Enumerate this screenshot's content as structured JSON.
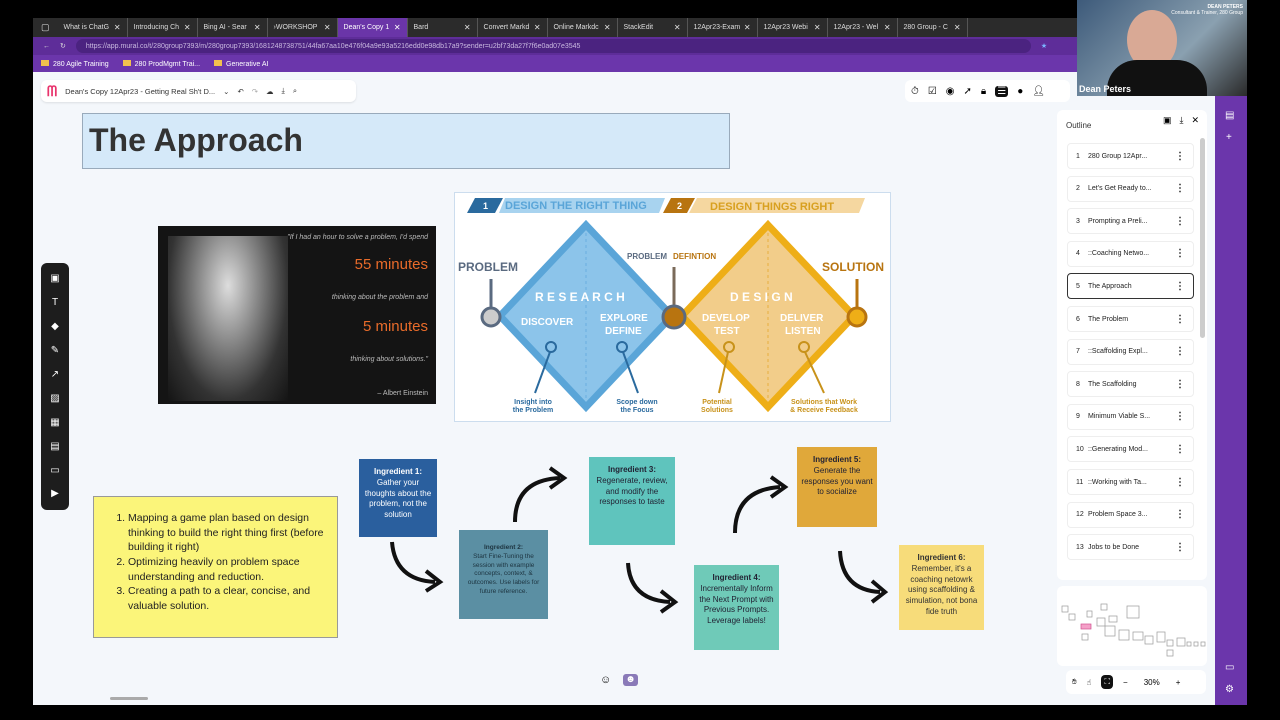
{
  "browser": {
    "tabs": [
      "What is ChatG",
      "Introducing Ch",
      "Bing AI - Sear",
      "›WORKSHOP",
      "Dean's Copy 1",
      "Bard",
      "Convert Markd",
      "Online Markdc",
      "StackEdit",
      "12Apr23-Exam",
      "12Apr23 Webi",
      "12Apr23 - Wel",
      "280 Group - C"
    ],
    "active_tab": 4,
    "url": "https://app.mural.co/t/280group7393/m/280group7393/1681248738751/44fa67aa10e476f04a9e93a5216edd0e98db17a9?sender=u2bf73da27f7f6e0ad07e3545",
    "bookmarks": [
      "280 Agile Training",
      "280 ProdMgmt Trai...",
      "Generative AI"
    ]
  },
  "video": {
    "name": "Dean Peters",
    "tag": "DEAN PETERS",
    "subtitle": "Consultant & Trainer, 280 Group"
  },
  "mural": {
    "board_title": "Dean's Copy  12Apr23 - Getting Real Sh't D...",
    "accent": "#6b36ab"
  },
  "slide": {
    "title": "The Approach",
    "quote": {
      "line1": "\"If I had an hour to solve a problem, I'd spend",
      "big1": "55 minutes",
      "line2": "thinking about the problem and",
      "big2": "5 minutes",
      "line3": "thinking about solutions.\"",
      "author": "– Albert Einstein"
    },
    "diagram": {
      "phase1_num": "1",
      "phase1": "DESIGN THE RIGHT THING",
      "phase2_num": "2",
      "phase2": "DESIGN THINGS RIGHT",
      "problem": "PROBLEM",
      "problem_def_a": "PROBLEM ",
      "problem_def_b": "DEFINTION",
      "solution": "SOLUTION",
      "research": "R E S E A R C H",
      "design": "D E S I G N",
      "discover": "DISCOVER",
      "explore": "EXPLORE",
      "define": "DEFINE",
      "develop": "DEVELOP",
      "test": "TEST",
      "deliver": "DELIVER",
      "listen": "LISTEN",
      "n1a": "Insight into",
      "n1b": "the Problem",
      "n2a": "Scope down",
      "n2b": "the Focus",
      "n3a": "Potential",
      "n3b": "Solutions",
      "n4a": "Solutions that Work",
      "n4b": "& Receive Feedback"
    },
    "list": [
      "Mapping a game plan based on design thinking to build the right thing first (before building it right)",
      "Optimizing heavily on problem space understanding and reduction.",
      "Creating a path to a clear, concise, and valuable solution."
    ],
    "ingredients": [
      {
        "title": "Ingredient 1:",
        "text": "Gather your thoughts about the problem, not the solution",
        "color": "#2a5f9e"
      },
      {
        "title": "Ingredient 2:",
        "text": "Start Fine-Tuning the session with example concepts, context, & outcomes. Use labels for future reference.",
        "color": "#5b8fa3"
      },
      {
        "title": "Ingredient 3:",
        "text": "Regenerate, review, and modify the responses to taste",
        "color": "#5fc4bd"
      },
      {
        "title": "Ingredient 4:",
        "text": "Incrementally Inform the Next Prompt with Previous Prompts. Leverage labels!",
        "color": "#6fcab8"
      },
      {
        "title": "Ingredient 5:",
        "text": "Generate the responses you want to socialize",
        "color": "#e0a83a"
      },
      {
        "title": "Ingredient 6:",
        "text": "Remember, it's a coaching netowrk using scaffolding & simulation, not bona fide truth",
        "color": "#f7dc7a"
      }
    ]
  },
  "outline": {
    "title": "Outline",
    "selected": 4,
    "items": [
      "280 Group 12Apr...",
      "Let's Get Ready to...",
      "Prompting a Preli...",
      "::Coaching Netwo...",
      "The Approach",
      "The Problem",
      "::Scaffolding Expl...",
      "The Scaffolding",
      "Minimum Viable S...",
      "::Generating Mod...",
      "::Working with Ta...",
      "Problem Space 3...",
      "Jobs to be Done"
    ]
  },
  "zoom": {
    "level": "30%",
    "minus": "−",
    "plus": "+"
  }
}
